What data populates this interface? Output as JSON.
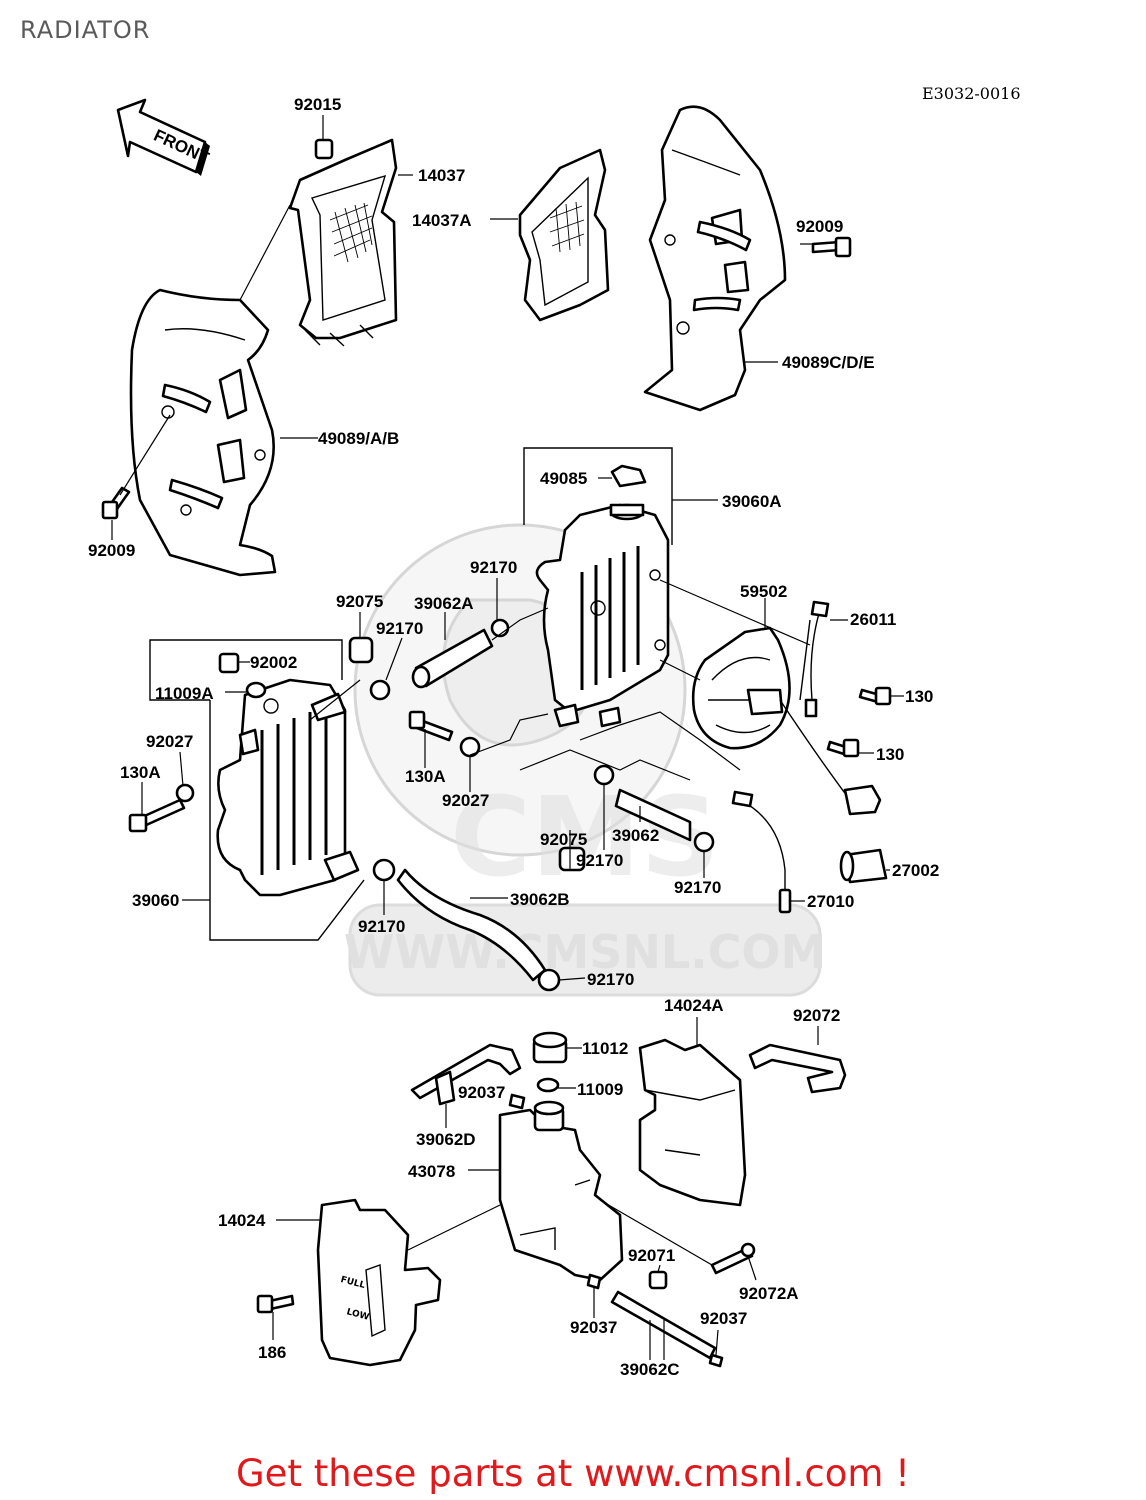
{
  "title": "RADIATOR",
  "diagram_code": "E3032-0016",
  "front_arrow_label": "FRONT",
  "watermark": {
    "logo": "CMS",
    "url": "WWW.CMSNL.COM"
  },
  "footer_link": "Get these parts at www.cmsnl.com !",
  "parts": [
    "92015",
    "14037",
    "14037A",
    "92009",
    "49089C/D/E",
    "49089/A/B",
    "92009",
    "49085",
    "39060A",
    "92170",
    "59502",
    "26011",
    "92075",
    "39062A",
    "92170",
    "92002",
    "11009A",
    "130",
    "130",
    "92027",
    "130A",
    "130A",
    "92027",
    "92075",
    "39062",
    "92170",
    "27002",
    "39060",
    "92170",
    "39062B",
    "27010",
    "92170",
    "92170",
    "14024A",
    "92072",
    "11012",
    "92037",
    "11009",
    "39062D",
    "43078",
    "14024",
    "92071",
    "92072A",
    "186",
    "92037",
    "92037",
    "39062C"
  ]
}
